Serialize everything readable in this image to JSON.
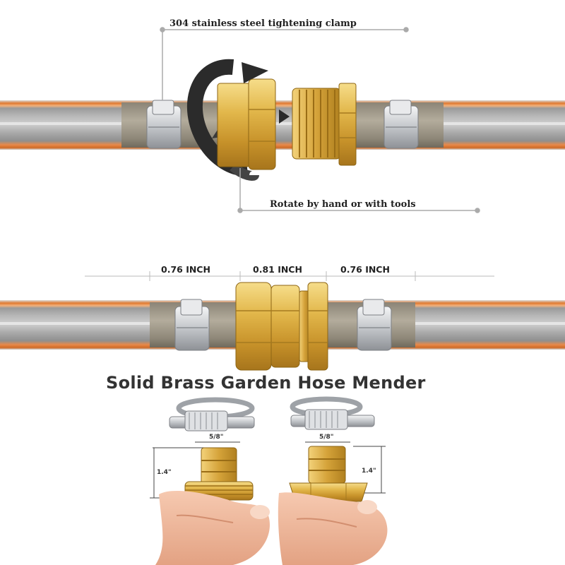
{
  "callouts": {
    "clamp": "304 stainless steel tightening clamp",
    "rotate": "Rotate by hand or with tools"
  },
  "dimensions": {
    "left": "0.76 INCH",
    "middle": "0.81 INCH",
    "right": "0.76 INCH"
  },
  "headline": "Solid Brass Garden Hose Mender",
  "parts": {
    "left_barb_width": "5/8\"",
    "left_height": "1.4\"",
    "right_barb_width": "5/8\"",
    "right_height": "1.4\""
  },
  "colors": {
    "brass": "#d9ab3a",
    "hose_orange": "#e07a30",
    "hose_gray": "#b8b8b8",
    "steel": "#cfd2d6"
  }
}
